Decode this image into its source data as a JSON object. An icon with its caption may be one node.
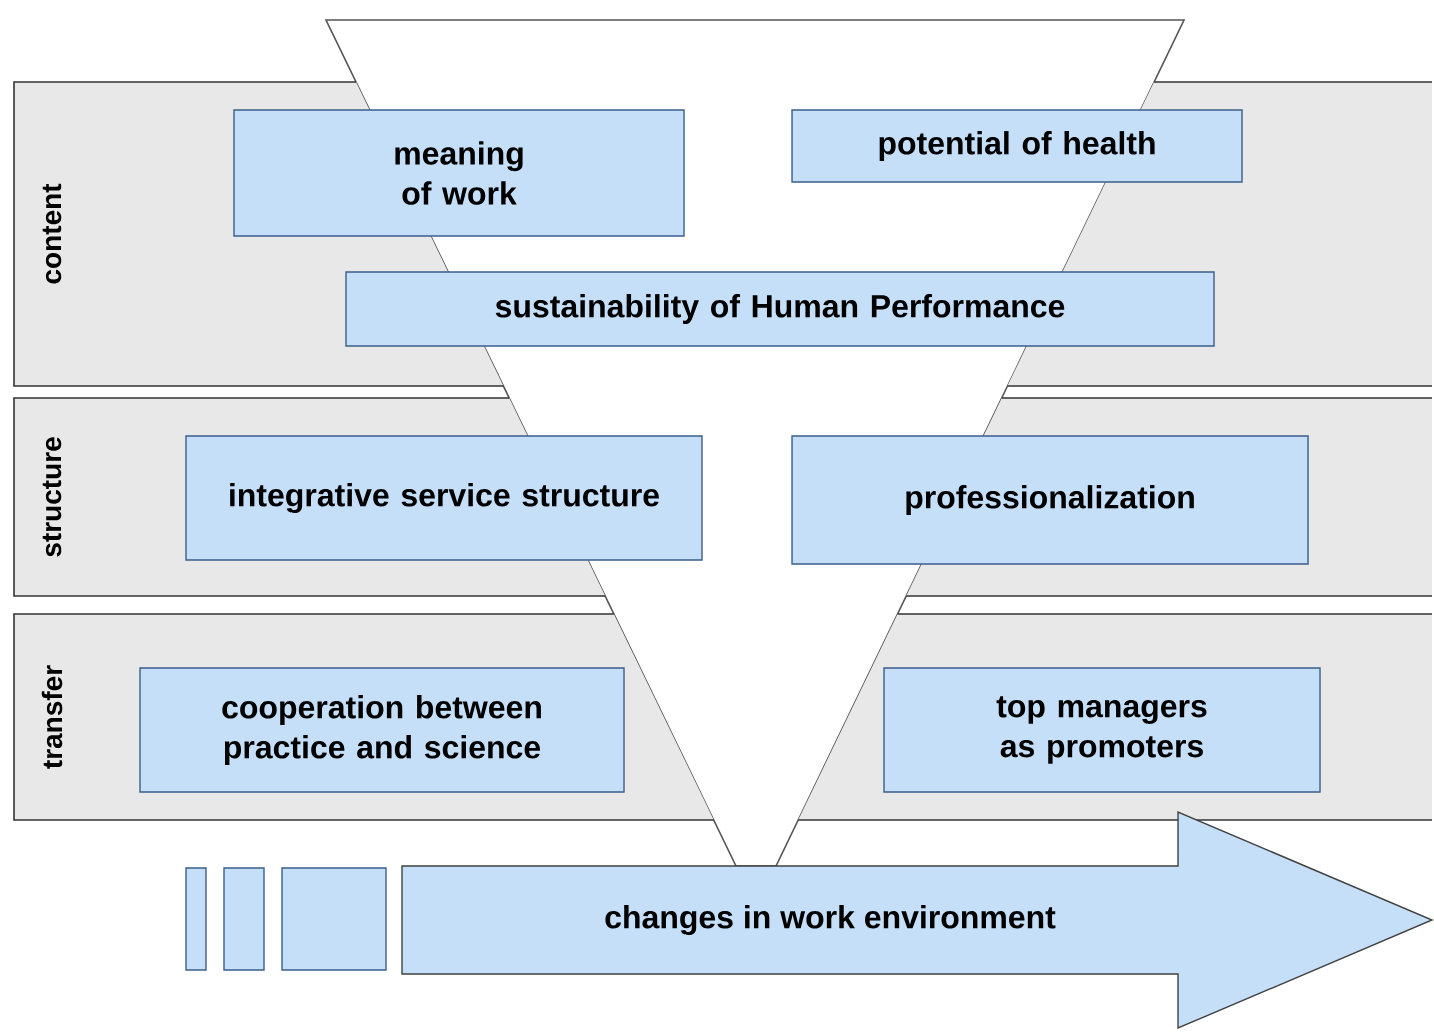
{
  "diagram": {
    "nodes": [
      {
        "text": [
          "content"
        ]
      },
      {
        "text": [
          "meaning of work"
        ],
        "in": 0
      },
      {
        "text": [
          "potential of health"
        ],
        "in": 0
      },
      {
        "text": [
          "sustainability of Human Performance"
        ],
        "in": 0
      },
      {
        "text": [
          "structure"
        ]
      },
      {
        "text": [
          "integrative service structure"
        ],
        "in": 4
      },
      {
        "text": [
          "professionalization"
        ],
        "in": 4
      },
      {
        "text": [
          "transfer"
        ]
      },
      {
        "text": [
          "cooperation between practice and science"
        ],
        "in": 7
      },
      {
        "text": [
          "top managers as promoters"
        ],
        "in": 7
      },
      {
        "text": [],
        "shape": "box"
      },
      {
        "text": [],
        "shape": "box"
      },
      {
        "text": [],
        "shape": "box"
      },
      {
        "text": [
          "changes in work environment"
        ]
      }
    ]
  }
}
